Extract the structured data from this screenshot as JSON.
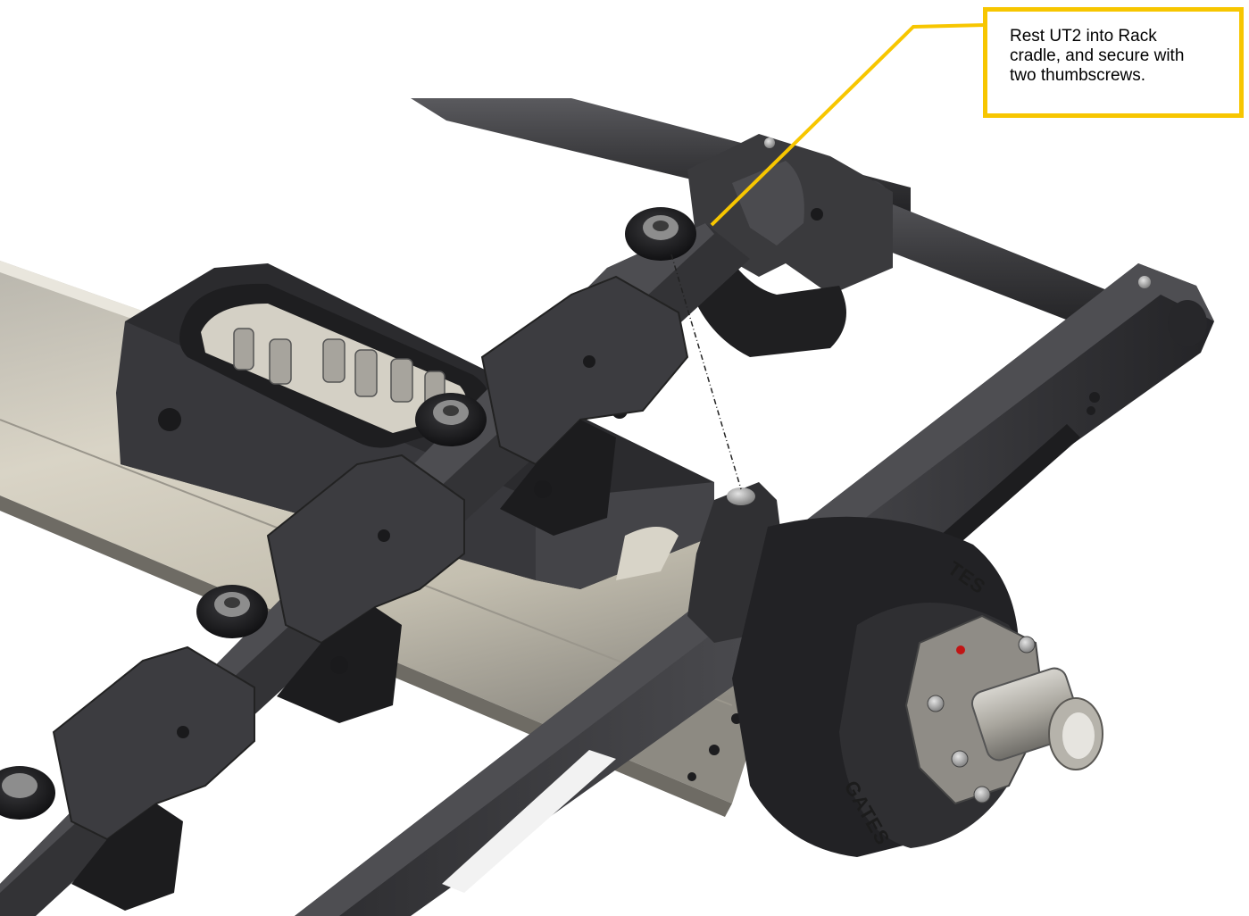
{
  "callout": {
    "lines": [
      "Rest UT2 into Rack",
      "cradle, and secure with",
      "two thumbscrews."
    ],
    "border_color": "#f7c600",
    "leader_color": "#f7c600"
  },
  "engravings": {
    "collar_upper": "TES",
    "collar_lower": "GATES"
  },
  "colors": {
    "rack_metal": "#3a3a3c",
    "rack_dark": "#1e1e20",
    "housing": "#cfc9b9",
    "knob": "#202022",
    "indicator_dot": "#c11515"
  }
}
